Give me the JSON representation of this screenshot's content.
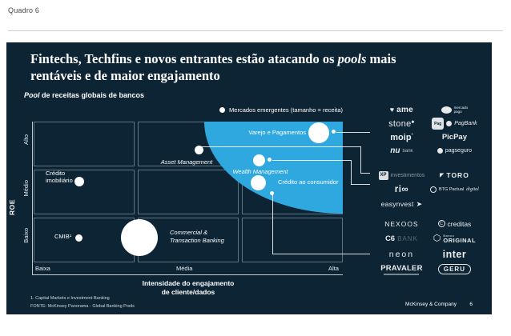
{
  "kicker": "Quadro 6",
  "title": {
    "pre": "Fintechs, Techfins e novos entrantes estão atacando os ",
    "italic": "pools",
    "post": " mais rentáveis e de maior engajamento"
  },
  "subtitle": {
    "italic": "Pool",
    "rest": " de receitas globais de bancos"
  },
  "legend": {
    "label": "Mercados emergentes (tamanho = receita)"
  },
  "axes": {
    "y_title": "ROE",
    "y_ticks": [
      "Alto",
      "Médio",
      "Baixo"
    ],
    "x_ticks": [
      "Baixa",
      "Média",
      "Alta"
    ],
    "x_title_line1": "Intensidade do engajamento",
    "x_title_line2": "de cliente/dados"
  },
  "bubbles": {
    "credito_imobiliario": "Crédito imobiliário",
    "cmib": "CMIB¹",
    "commercial_line1": "Commercial &",
    "commercial_line2": "Transaction Banking",
    "asset": "Asset Management",
    "varejo": "Varejo e Pagamentos",
    "wealth": "Wealth Management",
    "consumidor": "Crédito ao consumidor"
  },
  "logos": {
    "ame": "ame",
    "mercado_pago_line1": "mercado",
    "mercado_pago_line2": "pago",
    "stone": "stone",
    "pag_square": "Pag",
    "pagbank": "PagBank",
    "moip": "moip",
    "picpay": "PicPay",
    "nubank_nu": "nu",
    "nubank_bank": "bank",
    "pagseguro": "pagseguro",
    "xp_box": "XP",
    "xp_text": "investimentos",
    "toro": "TORO",
    "rico": "ri∞",
    "btg": "BTG Pactual",
    "btg_digital": "digital",
    "easynvest": "easynvest",
    "nexoos": "NEXOOS",
    "creditas_c": "C",
    "creditas": "creditas",
    "c6": "C6",
    "c6_bank": "BANK",
    "original_banco": "Banco",
    "original": "ORIGINAL",
    "neon": "neon",
    "inter": "inter",
    "pravaler": "PRAVALER",
    "geru": "GERU"
  },
  "footnote": "1. Capital Markets e Investment Banking",
  "source": "FONTE: McKinsey Panorama - Global Banking Pools",
  "footer": {
    "brand": "McKinsey & Company",
    "page": "6"
  },
  "colors": {
    "panel_bg": "#0c2434",
    "highlight_blue": "#2fa8e0",
    "bubble": "#ffffff"
  },
  "chart_data": {
    "type": "scatter",
    "title": "Pool de receitas globais de bancos",
    "xlabel": "Intensidade do engajamento de cliente/dados",
    "ylabel": "ROE",
    "x_ticks": [
      "Baixa",
      "Média",
      "Alta"
    ],
    "y_ticks": [
      "Baixo",
      "Médio",
      "Alto"
    ],
    "legend": "Mercados emergentes (tamanho = receita)",
    "grid": "3x3 matriz de células",
    "points": [
      {
        "label": "Crédito imobiliário",
        "x": "Baixa",
        "y": "Médio",
        "size": "pequeno"
      },
      {
        "label": "CMIB¹",
        "x": "Baixa",
        "y": "Baixo",
        "size": "pequeno"
      },
      {
        "label": "Commercial & Transaction Banking",
        "x": "Média",
        "y": "Baixo",
        "size": "grande"
      },
      {
        "label": "Asset Management",
        "x": "Média",
        "y": "Alto",
        "size": "pequeno"
      },
      {
        "label": "Varejo e Pagamentos",
        "x": "Alta",
        "y": "Alto",
        "size": "grande"
      },
      {
        "label": "Wealth Management",
        "x": "Alta",
        "y": "Alto",
        "size": "médio"
      },
      {
        "label": "Crédito ao consumidor",
        "x": "Alta",
        "y": "Médio",
        "size": "médio"
      }
    ],
    "highlight": {
      "shape": "quarter-ellipse",
      "corner": "top-right",
      "color": "#2fa8e0"
    },
    "connected_groups": [
      {
        "from": "Varejo e Pagamentos",
        "to": [
          "ame",
          "mercado pago",
          "stone",
          "PagBank",
          "moip",
          "PicPay",
          "nubank",
          "pagseguro"
        ]
      },
      {
        "from": "Asset Management",
        "to": [
          "XP investimentos",
          "TORO",
          "rico",
          "BTG Pactual digital",
          "easynvest"
        ]
      },
      {
        "from": "Wealth Management",
        "to": [
          "XP investimentos",
          "TORO",
          "rico",
          "BTG Pactual digital",
          "easynvest"
        ]
      },
      {
        "from": "Crédito ao consumidor",
        "to": [
          "NEXOOS",
          "creditas",
          "C6 BANK",
          "Banco ORIGINAL",
          "neon",
          "inter",
          "PRAVALER",
          "GERU"
        ]
      }
    ]
  }
}
